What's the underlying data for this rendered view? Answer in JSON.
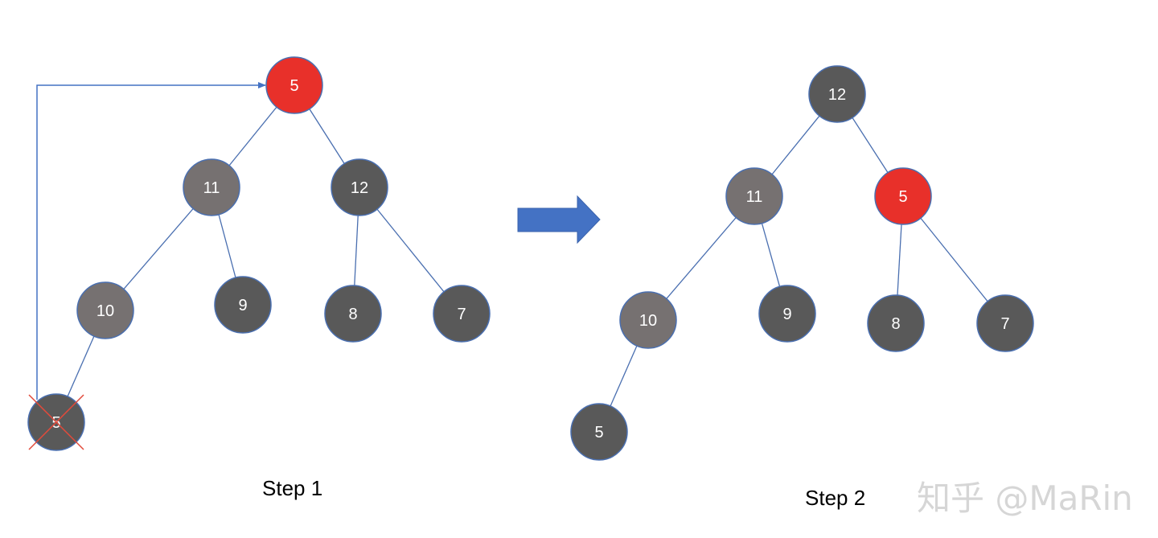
{
  "colors": {
    "dark": "#595959",
    "gray": "#767171",
    "red": "#e8302a",
    "stroke": "#4a6fb0",
    "arrow": "#4472c4",
    "cross": "#e24a3b"
  },
  "captions": {
    "step1": "Step 1",
    "step2": "Step 2"
  },
  "watermark": "知乎 @MaRin",
  "step1": {
    "nodes": [
      {
        "id": "s1-root",
        "label": "5",
        "color": "red"
      },
      {
        "id": "s1-11",
        "label": "11",
        "color": "gray"
      },
      {
        "id": "s1-12",
        "label": "12",
        "color": "dark"
      },
      {
        "id": "s1-10",
        "label": "10",
        "color": "gray"
      },
      {
        "id": "s1-9",
        "label": "9",
        "color": "dark"
      },
      {
        "id": "s1-8",
        "label": "8",
        "color": "dark"
      },
      {
        "id": "s1-7",
        "label": "7",
        "color": "dark"
      },
      {
        "id": "s1-5b",
        "label": "5",
        "color": "dark",
        "crossed": true
      }
    ],
    "edges": [
      [
        "s1-root",
        "s1-11"
      ],
      [
        "s1-root",
        "s1-12"
      ],
      [
        "s1-11",
        "s1-10"
      ],
      [
        "s1-11",
        "s1-9"
      ],
      [
        "s1-12",
        "s1-8"
      ],
      [
        "s1-12",
        "s1-7"
      ],
      [
        "s1-10",
        "s1-5b"
      ]
    ]
  },
  "step2": {
    "nodes": [
      {
        "id": "s2-root",
        "label": "12",
        "color": "dark"
      },
      {
        "id": "s2-11",
        "label": "11",
        "color": "gray"
      },
      {
        "id": "s2-5",
        "label": "5",
        "color": "red"
      },
      {
        "id": "s2-10",
        "label": "10",
        "color": "gray"
      },
      {
        "id": "s2-9",
        "label": "9",
        "color": "dark"
      },
      {
        "id": "s2-8",
        "label": "8",
        "color": "dark"
      },
      {
        "id": "s2-7",
        "label": "7",
        "color": "dark"
      },
      {
        "id": "s2-5b",
        "label": "5",
        "color": "dark"
      }
    ],
    "edges": [
      [
        "s2-root",
        "s2-11"
      ],
      [
        "s2-root",
        "s2-5"
      ],
      [
        "s2-11",
        "s2-10"
      ],
      [
        "s2-11",
        "s2-9"
      ],
      [
        "s2-5",
        "s2-8"
      ],
      [
        "s2-5",
        "s2-7"
      ],
      [
        "s2-10",
        "s2-5b"
      ]
    ]
  }
}
